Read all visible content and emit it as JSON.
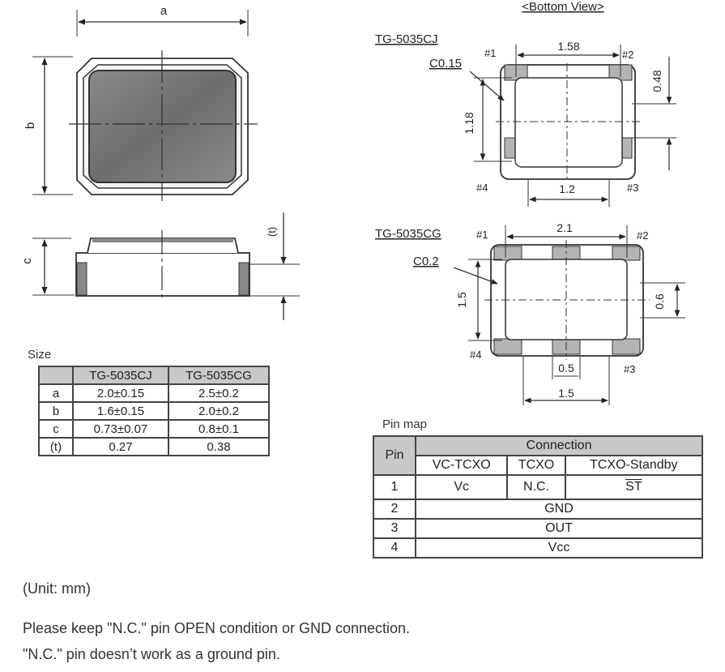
{
  "labels": {
    "bottom_view": "<Bottom View>",
    "a": "a",
    "b": "b",
    "c": "c",
    "t": "(t)",
    "cj": {
      "model": "TG-5035CJ",
      "chamfer": "C0.15",
      "width": "1.58",
      "height": "1.18",
      "pad_height": "0.48",
      "pad_spacing": "1.2",
      "p1": "#1",
      "p2": "#2",
      "p3": "#3",
      "p4": "#4"
    },
    "cg": {
      "model": "TG-5035CG",
      "chamfer": "C0.2",
      "width": "2.1",
      "height": "1.5",
      "pad_height": "0.6",
      "pad_width": "0.5",
      "pad_spacing": "1.5",
      "p1": "#1",
      "p2": "#2",
      "p3": "#3",
      "p4": "#4"
    }
  },
  "size_table": {
    "caption": "Size",
    "headers": [
      "",
      "TG-5035CJ",
      "TG-5035CG"
    ],
    "rows": [
      [
        "a",
        "2.0±0.15",
        "2.5±0.2"
      ],
      [
        "b",
        "1.6±0.15",
        "2.0±0.2"
      ],
      [
        "c",
        "0.73±0.07",
        "0.8±0.1"
      ],
      [
        "(t)",
        "0.27",
        "0.38"
      ]
    ]
  },
  "pin_table": {
    "caption": "Pin map",
    "pin_header": "Pin",
    "connection_header": "Connection",
    "columns": [
      "VC-TCXO",
      "TCXO",
      "TCXO-Standby"
    ],
    "row1": [
      "1",
      "Vc",
      "N.C.",
      "ST"
    ],
    "rows": [
      [
        "2",
        "GND"
      ],
      [
        "3",
        "OUT"
      ],
      [
        "4",
        "Vcc"
      ]
    ]
  },
  "notes": {
    "unit": "(Unit: mm)",
    "line1": "Please keep \"N.C.\" pin OPEN condition or GND connection.",
    "line2": "\"N.C.\" pin doesn’t work as a ground pin."
  },
  "colors": {
    "pad": "#b4b4b4",
    "line": "#333333",
    "body": "#7a7a7a"
  }
}
